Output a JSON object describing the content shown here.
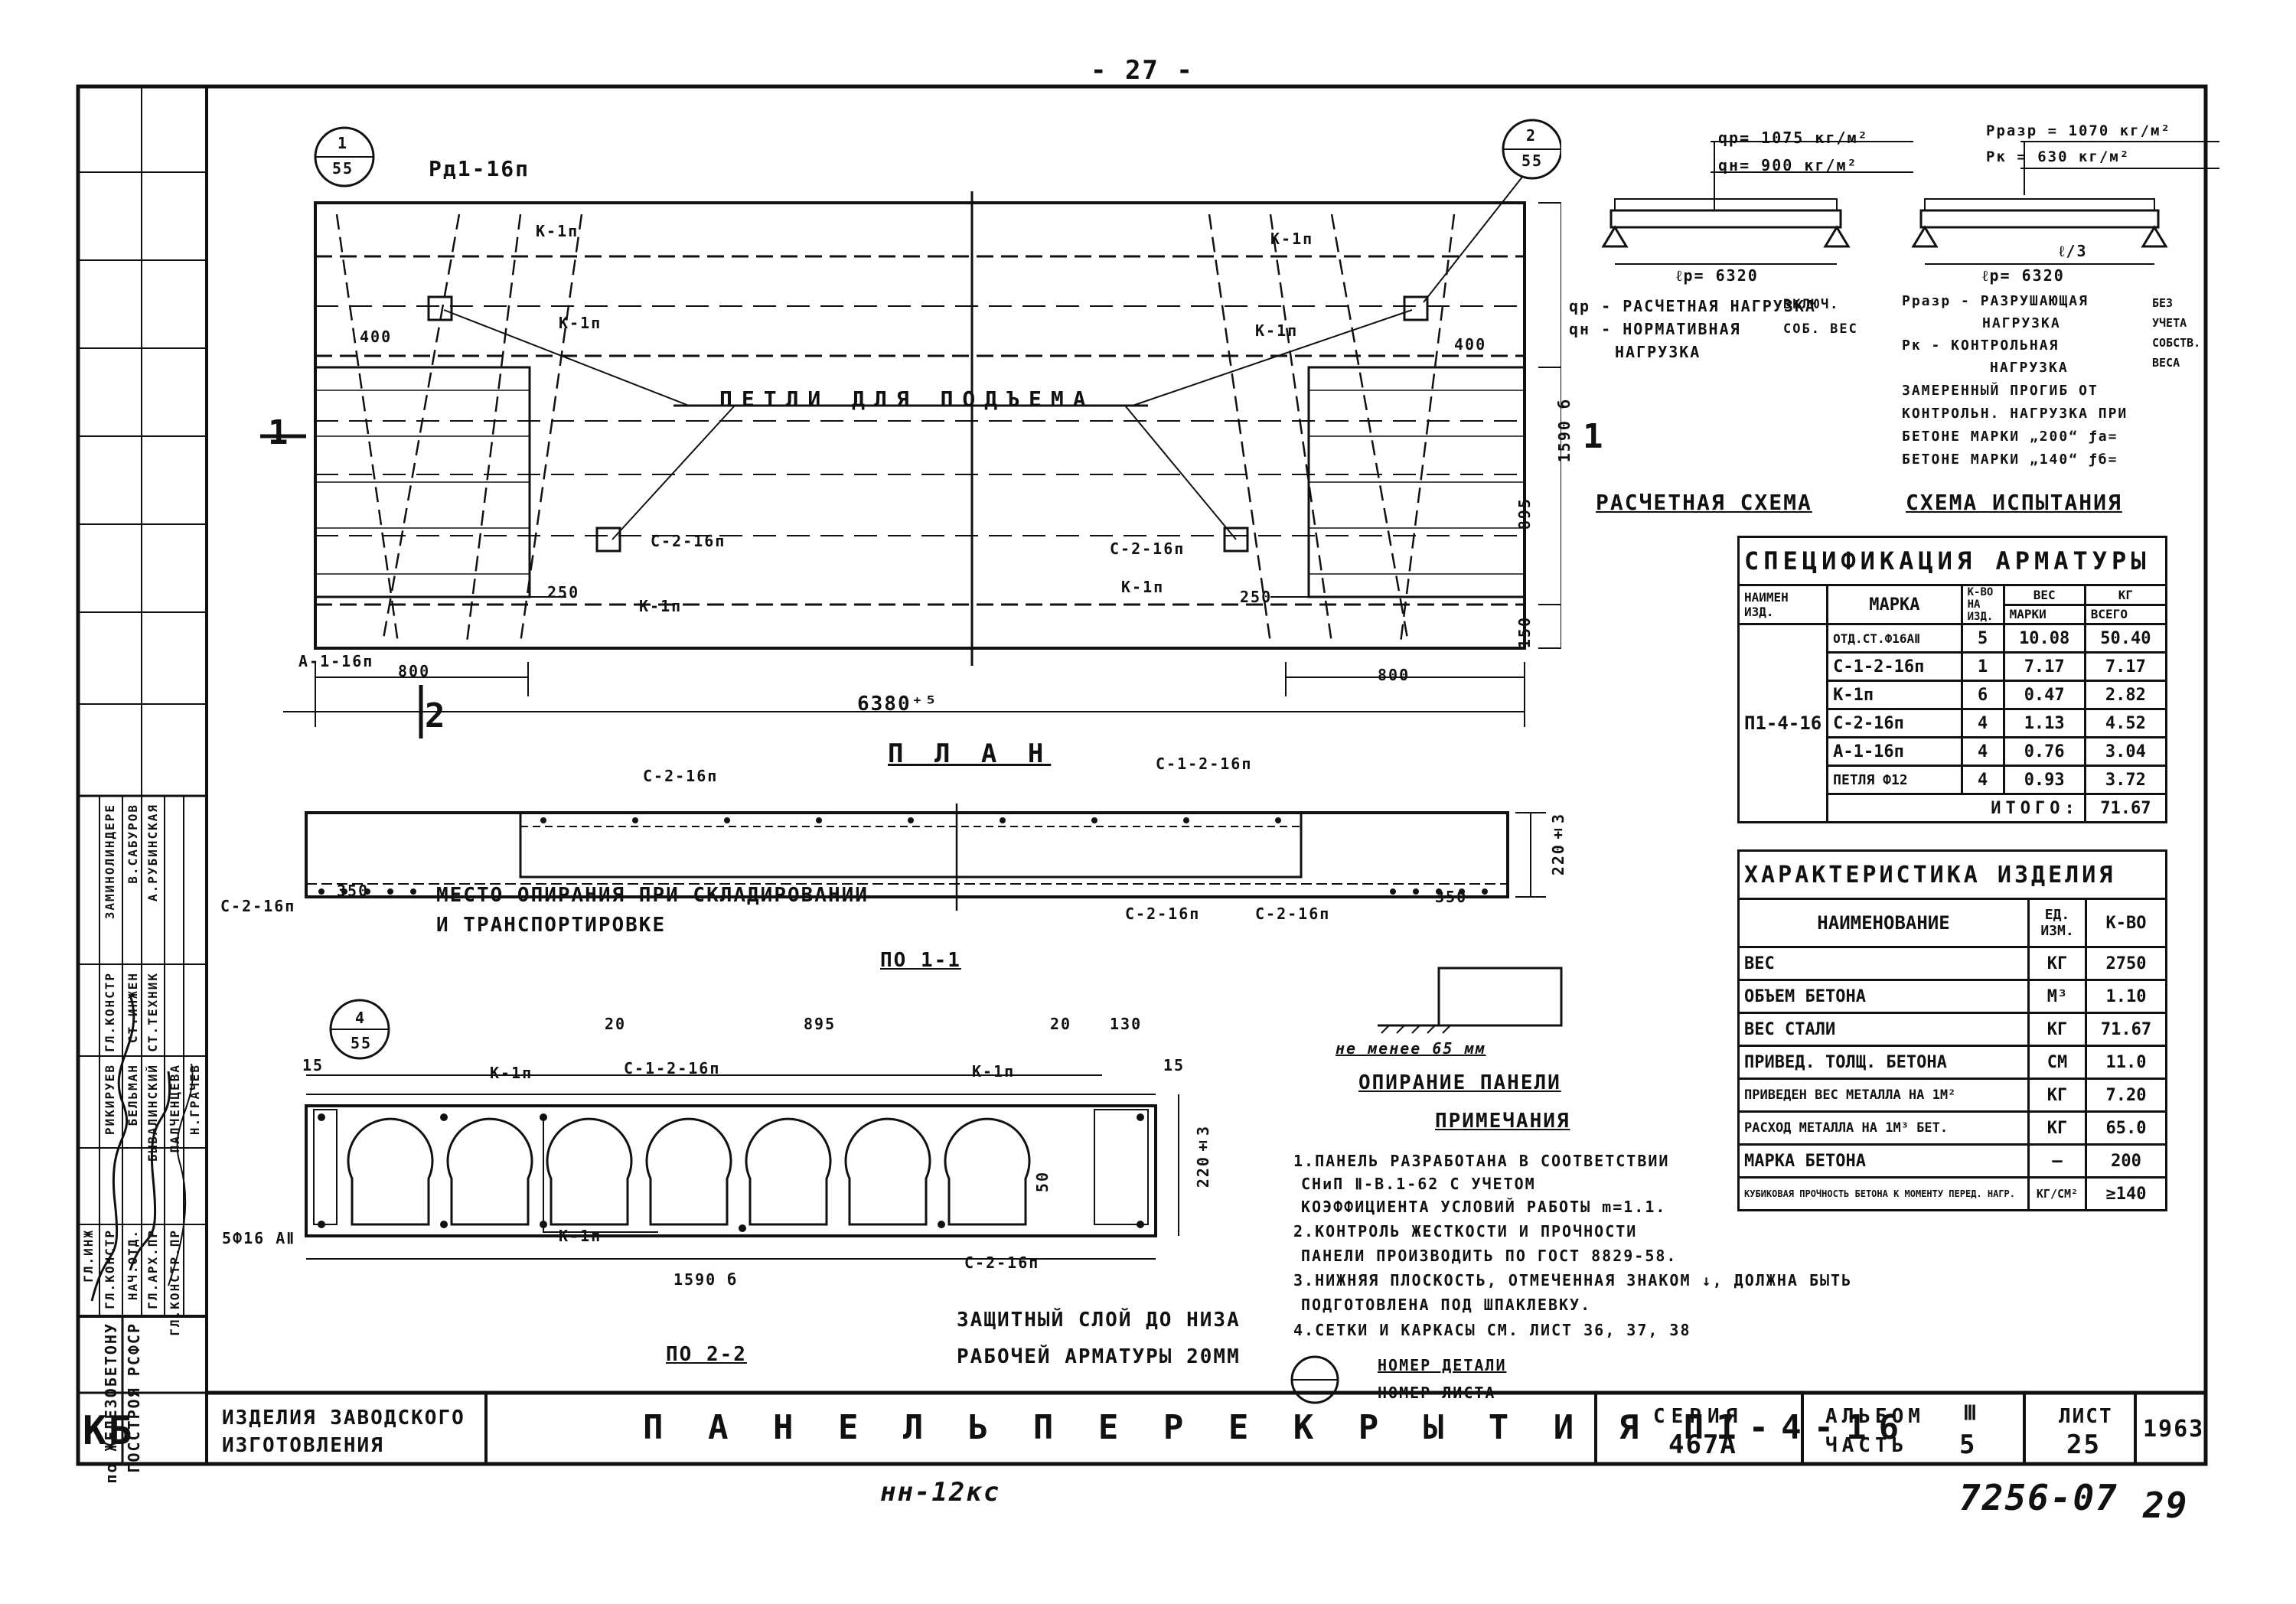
{
  "page_number": "- 27 -",
  "sheet_title": "П А Н Е Л Ь   П Е Р Е К Р Ы Т И Я   П1-4-16",
  "left_block": {
    "line1": "ИЗДЕЛИЯ ЗАВОДСКОГО",
    "line2": "ИЗГОТОВЛЕНИЯ"
  },
  "series": {
    "label": "СЕРИЯ",
    "value": "467А"
  },
  "album": {
    "label": "АЛЬБОМ",
    "value": "Ⅲ",
    "part_label": "ЧАСТЬ",
    "part_value": "5"
  },
  "sheet": {
    "label": "ЛИСТ",
    "value": "25"
  },
  "year": "1963",
  "bottom_ref": "7256-07",
  "bottom_page": "29",
  "bottom_note": "нн-12кс",
  "org": {
    "logo": "КБ",
    "line1": "по ЖЕЛЕЗОБЕТОНУ",
    "line2": "ГОССТРОЯ РСФСР"
  },
  "titleblock_roles": [
    "ГЛ.ИНЖ",
    "ГЛ.КОНСТР",
    "НАЧ.ОТД.",
    "ГЛ.АРХ.ПР",
    "ГЛ.КОНСТР.ПР"
  ],
  "titleblock_names": [
    "РИКИРУЕВ",
    "БЕЛЬМАН",
    "БЫВАЛИНСКИЙ",
    "ПАЛЧЕНЦЕВА",
    "Н.ГРАЧЕВ"
  ],
  "titleblock_roles2": [
    "ГЛ.КОНСТР",
    "СТ.ИНЖЕН",
    "СТ.ТЕХНИК"
  ],
  "titleblock_names2": [
    "ЗАМИНОЛИНДЕРЕ",
    "В.САБУРОВ",
    "А.РУБИНСКАЯ"
  ],
  "plan": {
    "title": "П Л А Н",
    "marker1": {
      "num": "1",
      "sheet": "55"
    },
    "marker2": {
      "num": "2",
      "sheet": "55"
    },
    "label_ra": "Pд1-16п",
    "loops_label": "ПЕТЛИ  ДЛЯ  ПОДЪЕМА",
    "k1p": "К-1п",
    "c2_16p": "С-2-16п",
    "a1_16p": "А-1-16п",
    "dim_400": "400",
    "dim_250": "250",
    "dim_800": "800",
    "dim_length": "6380⁺⁵",
    "dim_895": "895",
    "dim_1590": "1590 б",
    "dim_150": "150",
    "section1": "1",
    "section2": "2"
  },
  "section11": {
    "title": "ПО 1-1",
    "c1_216p": "С-1-2-16п",
    "c2_16p": "С-2-16п",
    "dim_350": "350",
    "dim_220": "220±3",
    "support_note1": "МЕСТО ОПИРАНИЯ ПРИ СКЛАДИРОВАНИИ",
    "support_note2": "И ТРАНСПОРТИРОВКЕ"
  },
  "section22": {
    "title": "ПО 2-2",
    "marker": {
      "num": "4",
      "sheet": "55"
    },
    "k1p": "К-1п",
    "c1_216p": "С-1-2-16п",
    "c2_16p": "С-2-16п",
    "rebar": "5Ф16 АⅡ",
    "dim_20": "20",
    "dim_895": "895",
    "dim_130": "130",
    "dim_15": "15",
    "dim_1590": "1590 б",
    "dim_220": "220±3",
    "dim_50": "50",
    "cover_note1": "ЗАЩИТНЫЙ СЛОЙ ДО НИЗА",
    "cover_note2": "РАБОЧЕЙ АРМАТУРЫ 20ММ"
  },
  "support_detail": {
    "label": "не менее 65 мм",
    "title": "ОПИРАНИЕ ПАНЕЛИ"
  },
  "calc_scheme": {
    "title": "РАСЧЕТНАЯ СХЕМА",
    "qp": "qр= 1075 кг/м²",
    "qn": "qн= 900 кг/м²",
    "lp": "ℓр= 6320",
    "legend1": "qр - РАСЧЕТНАЯ НАГРУЗКА",
    "legend2": "qн - НОРМАТИВНАЯ",
    "legend3": "НАГРУЗКА",
    "legend_note1": "ВКЛЮЧ.",
    "legend_note2": "СОБ. ВЕС"
  },
  "test_scheme": {
    "title": "СХЕМА ИСПЫТАНИЯ",
    "pr": "Рразр = 1070 кг/м²",
    "pk": "Рк = 630 кг/м²",
    "lp": "ℓр= 6320",
    "l3": "ℓ/3",
    "legend1": "Рразр - РАЗРУШАЮЩАЯ",
    "legend2": "НАГРУЗКА",
    "legend3": "Рк - КОНТРОЛЬНАЯ",
    "legend4": "НАГРУЗКА",
    "legend_note": "БЕЗ УЧЕТА СОБСТВ. ВЕСА",
    "line5": "ЗАМЕРЕННЫЙ ПРОГИБ ОТ",
    "line6": "КОНТРОЛЬН. НАГРУЗКА ПРИ",
    "line7": "БЕТОНЕ МАРКИ „200“ ƒа=",
    "line8": "БЕТОНЕ МАРКИ „140“ ƒб="
  },
  "spec_table": {
    "title": "СПЕЦИФИКАЦИЯ АРМАТУРЫ",
    "headers": {
      "name": "НАИМЕН ИЗД.",
      "mark": "МАРКА",
      "count": "К-ВО НА ИЗД.",
      "weight": "ВЕС",
      "kg": "КГ",
      "per_mark": "МАРКИ",
      "total": "ВСЕГО"
    },
    "product": "П1-4-16",
    "rows": [
      {
        "mark": "ОТД.СТ.Ф16АⅡ",
        "count": "5",
        "per": "10.08",
        "total": "50.40"
      },
      {
        "mark": "С-1-2-16п",
        "count": "1",
        "per": "7.17",
        "total": "7.17"
      },
      {
        "mark": "К-1п",
        "count": "6",
        "per": "0.47",
        "total": "2.82"
      },
      {
        "mark": "С-2-16п",
        "count": "4",
        "per": "1.13",
        "total": "4.52"
      },
      {
        "mark": "А-1-16п",
        "count": "4",
        "per": "0.76",
        "total": "3.04"
      },
      {
        "mark": "ПЕТЛЯ Ф12",
        "count": "4",
        "per": "0.93",
        "total": "3.72"
      }
    ],
    "total_label": "ИТОГО:",
    "total_value": "71.67"
  },
  "char_table": {
    "title": "ХАРАКТЕРИСТИКА ИЗДЕЛИЯ",
    "headers": {
      "name": "НАИМЕНОВАНИЕ",
      "unit": "ЕД. ИЗМ.",
      "value": "К-ВО"
    },
    "rows": [
      {
        "name": "ВЕС",
        "unit": "КГ",
        "value": "2750"
      },
      {
        "name": "ОБЪЕМ БЕТОНА",
        "unit": "М³",
        "value": "1.10"
      },
      {
        "name": "ВЕС СТАЛИ",
        "unit": "КГ",
        "value": "71.67"
      },
      {
        "name": "ПРИВЕД. ТОЛЩ. БЕТОНА",
        "unit": "СМ",
        "value": "11.0"
      },
      {
        "name": "ПРИВЕДЕН ВЕС МЕТАЛЛА НА 1М²",
        "unit": "КГ",
        "value": "7.20"
      },
      {
        "name": "РАСХОД МЕТАЛЛА НА 1М³ БЕТ.",
        "unit": "КГ",
        "value": "65.0"
      },
      {
        "name": "МАРКА БЕТОНА",
        "unit": "—",
        "value": "200"
      },
      {
        "name": "КУБИКОВАЯ ПРОЧНОСТЬ БЕТОНА К МОМЕНТУ ПЕРЕД. НАГР.",
        "unit": "КГ/СМ²",
        "value": "≥140"
      }
    ]
  },
  "notes": {
    "title": "ПРИМЕЧАНИЯ",
    "lines": [
      "1.ПАНЕЛЬ РАЗРАБОТАНА В СООТВЕТСТВИИ",
      "СНиП Ⅱ-В.1-62 С УЧЕТОМ",
      "КОЭФФИЦИЕНТА УСЛОВИЙ РАБОТЫ m=1.1.",
      "2.КОНТРОЛЬ ЖЕСТКОСТИ И ПРОЧНОСТИ",
      "ПАНЕЛИ ПРОИЗВОДИТЬ ПО ГОСТ 8829-58.",
      "3.НИЖНЯЯ ПЛОСКОСТЬ, ОТМЕЧЕННАЯ ЗНАКОМ ↓, ДОЛЖНА БЫТЬ",
      "ПОДГОТОВЛЕНА ПОД ШПАКЛЕВКУ.",
      "4.СЕТКИ И КАРКАСЫ СМ. ЛИСТ 36, 37, 38"
    ]
  },
  "legend": {
    "top": "НОМЕР ДЕТАЛИ",
    "bottom": "НОМЕР ЛИСТА"
  }
}
